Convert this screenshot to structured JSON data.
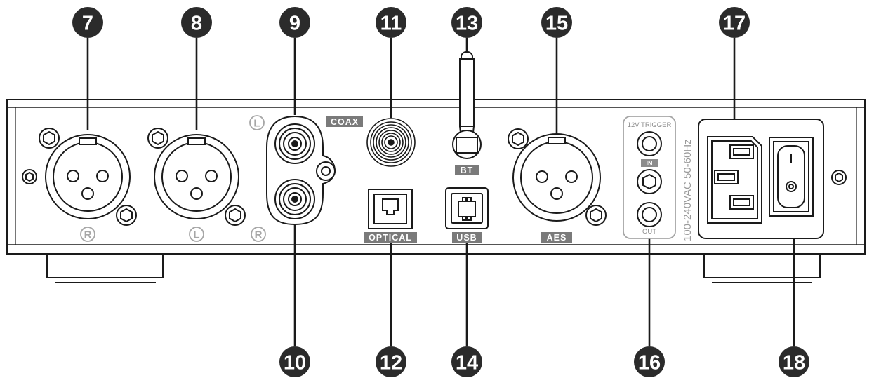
{
  "callouts": [
    "7",
    "8",
    "9",
    "10",
    "11",
    "12",
    "13",
    "14",
    "15",
    "16",
    "17",
    "18"
  ],
  "labels": {
    "coax": "COAX",
    "optical": "OPTICAL",
    "usb": "USB",
    "bt": "BT",
    "aes": "AES",
    "trigger": "12V TRIGGER",
    "trigger_in": "IN",
    "trigger_out": "OUT",
    "power_rating": "100-240VAC 50-60Hz",
    "right": "R",
    "left": "L"
  },
  "colors": {
    "callout_fill": "#2b2b2b",
    "outline": "#1a1a1a",
    "label_fill": "#7a7a7a",
    "light_text": "#a6a6a6"
  }
}
